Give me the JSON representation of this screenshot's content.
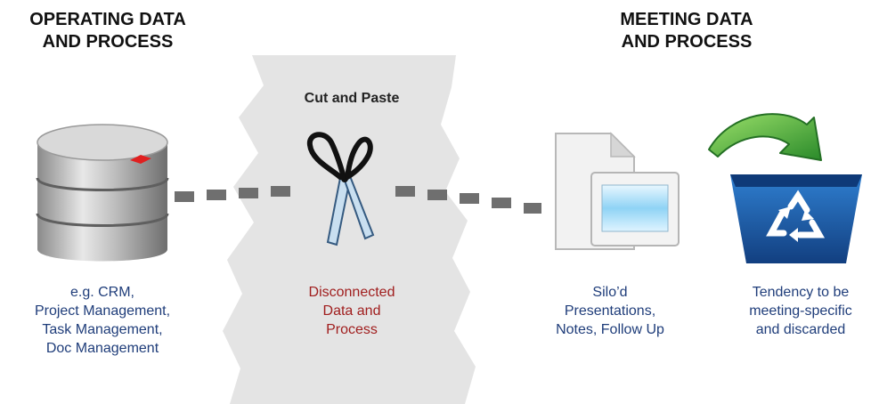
{
  "left_heading": [
    "OPERATING DATA",
    "AND PROCESS"
  ],
  "right_heading": [
    "MEETING DATA",
    "AND PROCESS"
  ],
  "center_label": "Cut and Paste",
  "database_caption": [
    "e.g. CRM,",
    "Project Management,",
    "Task Management,",
    "Doc Management"
  ],
  "disconnected_caption": [
    "Disconnected",
    "Data and",
    "Process"
  ],
  "presentations_caption": [
    "Silo’d",
    "Presentations,",
    "Notes, Follow Up"
  ],
  "discard_caption": [
    "Tendency to be",
    "meeting-specific",
    "and discarded"
  ],
  "icons": {
    "database": "database-icon",
    "scissors": "scissors-icon",
    "documents": "documents-icon",
    "recycle_bin": "recycle-bin-icon",
    "arrow": "curved-arrow-icon"
  },
  "colors": {
    "caption_blue": "#1f3d7a",
    "caption_red": "#a01e1e",
    "tear_gray": "#e4e4e4",
    "dash_gray": "#6f6f6f",
    "bin_blue": "#1f5fa8",
    "arrow_green": "#3aa03a",
    "db_marker_red": "#e02020"
  }
}
